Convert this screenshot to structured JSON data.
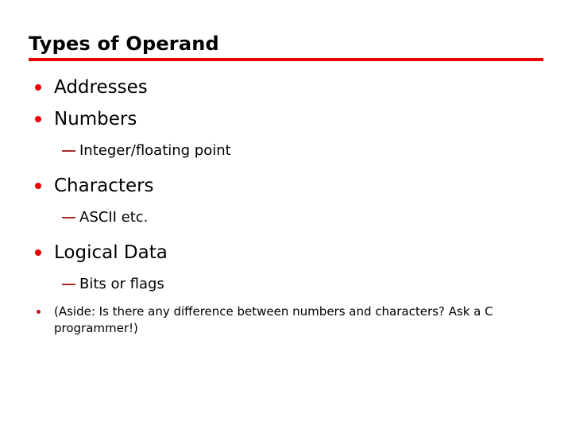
{
  "slide": {
    "title": "Types of Operand",
    "accent_color": "#ee0000",
    "dash_color": "#a72a2a",
    "text_color": "#000000",
    "background_color": "#ffffff",
    "bullets": [
      {
        "level": 1,
        "marker": "round-dot",
        "text": "Addresses"
      },
      {
        "level": 1,
        "marker": "round-dot",
        "text": "Numbers"
      },
      {
        "level": 2,
        "marker": "em-dash",
        "text": "Integer/floating point"
      },
      {
        "level": 1,
        "marker": "round-dot",
        "text": "Characters"
      },
      {
        "level": 2,
        "marker": "em-dash",
        "text": "ASCII etc."
      },
      {
        "level": 1,
        "marker": "round-dot",
        "text": "Logical Data"
      },
      {
        "level": 2,
        "marker": "em-dash",
        "text": "Bits or flags"
      },
      {
        "level": 3,
        "marker": "small-dot",
        "text": "(Aside:  Is there any difference between numbers and characters? Ask a C programmer!)"
      }
    ]
  }
}
